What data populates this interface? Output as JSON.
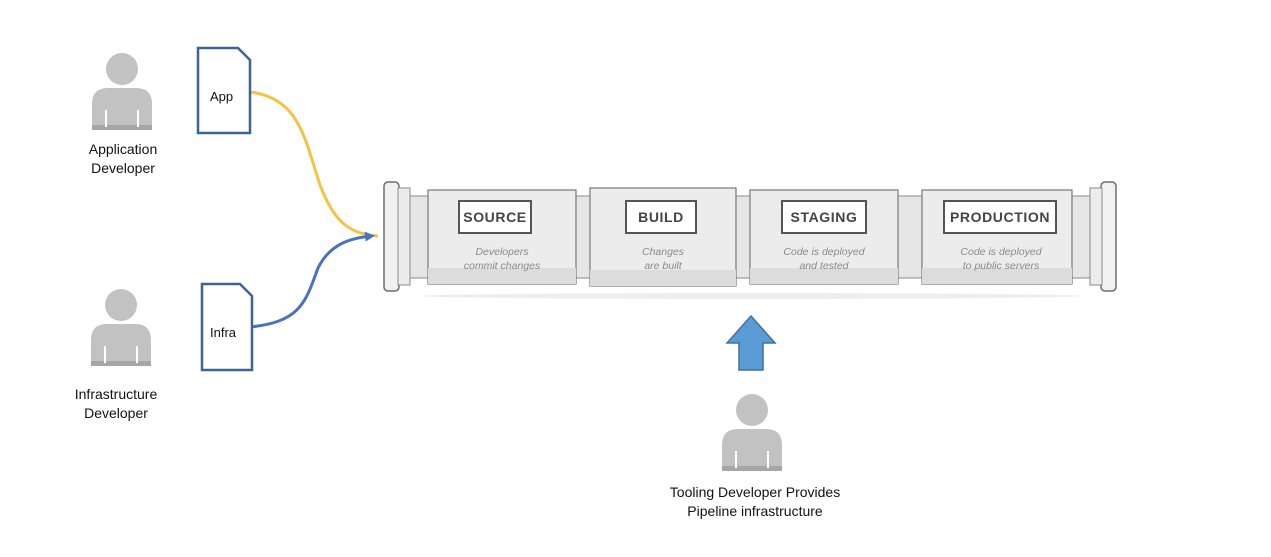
{
  "people": {
    "app_dev": {
      "label": "Application\nDeveloper"
    },
    "infra_dev": {
      "label": "Infrastructure\nDeveloper"
    },
    "tooling_dev": {
      "label": "Tooling Developer Provides\nPipeline infrastructure"
    }
  },
  "docs": {
    "app": {
      "label": "App"
    },
    "infra": {
      "label": "Infra"
    }
  },
  "pipeline": {
    "stages": [
      {
        "title": "SOURCE",
        "desc1": "Developers",
        "desc2": "commit changes"
      },
      {
        "title": "BUILD",
        "desc1": "Changes",
        "desc2": "are built"
      },
      {
        "title": "STAGING",
        "desc1": "Code is deployed",
        "desc2": "and tested"
      },
      {
        "title": "PRODUCTION",
        "desc1": "Code is deployed",
        "desc2": "to public servers"
      }
    ]
  },
  "colors": {
    "app_flow": "#f5c242",
    "infra_flow": "#4a72c0",
    "up_arrow_fill": "#5b9bd5",
    "up_arrow_stroke": "#41719c",
    "doc_border": "#3d6497",
    "person": "#c2c2c2"
  }
}
